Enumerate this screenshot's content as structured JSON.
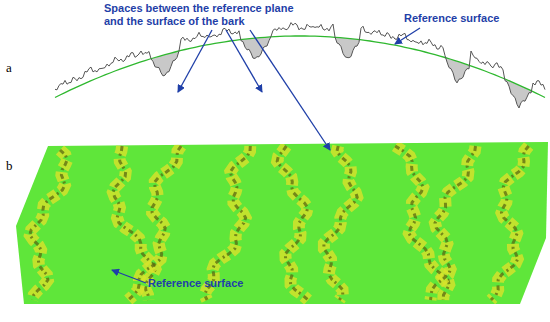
{
  "diagram": {
    "labels": [
      "Spaces between the reference plane and the surface of the bark",
      "Reference surface",
      "a",
      "b",
      "Reference surface"
    ]
  }
}
